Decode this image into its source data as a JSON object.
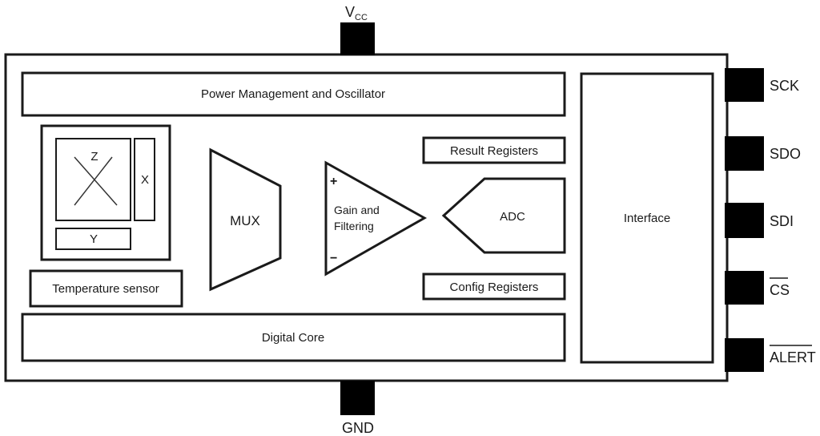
{
  "pins": {
    "top": {
      "label_base": "V",
      "label_sub": "CC"
    },
    "bottom": {
      "label": "GND"
    },
    "right": [
      {
        "label": "SCK",
        "active_low": false
      },
      {
        "label": "SDO",
        "active_low": false
      },
      {
        "label": "SDI",
        "active_low": false
      },
      {
        "label": "CS",
        "active_low": true
      },
      {
        "label": "ALERT",
        "active_low": true
      }
    ]
  },
  "blocks": {
    "power_management": {
      "label": "Power Management and Oscillator"
    },
    "digital_core": {
      "label": "Digital Core"
    },
    "sensor_axes": {
      "z_label": "Z",
      "x_label": "X",
      "y_label": "Y"
    },
    "temperature_sensor": {
      "label": "Temperature sensor"
    },
    "mux": {
      "label": "MUX"
    },
    "amplifier": {
      "line1": "Gain and",
      "line2": "Filtering",
      "plus": "+",
      "minus": "−"
    },
    "adc": {
      "label": "ADC"
    },
    "result_registers": {
      "label": "Result Registers"
    },
    "config_registers": {
      "label": "Config Registers"
    },
    "interface": {
      "label": "Interface"
    }
  },
  "colors": {
    "outline": "#1a1a1a",
    "pad_fill": "#000000",
    "connector": "#555555",
    "background": "#ffffff"
  }
}
